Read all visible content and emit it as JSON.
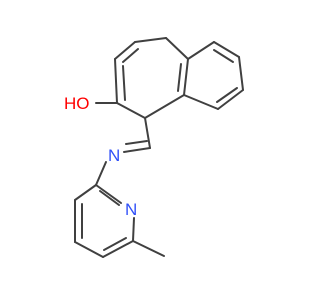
{
  "molecule": {
    "atoms": [
      {
        "id": "oh",
        "label": "HO",
        "color": "#ff0000"
      },
      {
        "id": "imine_n",
        "label": "N",
        "color": "#3050f8"
      },
      {
        "id": "pyridine_n",
        "label": "N",
        "color": "#3050f8"
      }
    ],
    "bond_color": "#404040"
  }
}
